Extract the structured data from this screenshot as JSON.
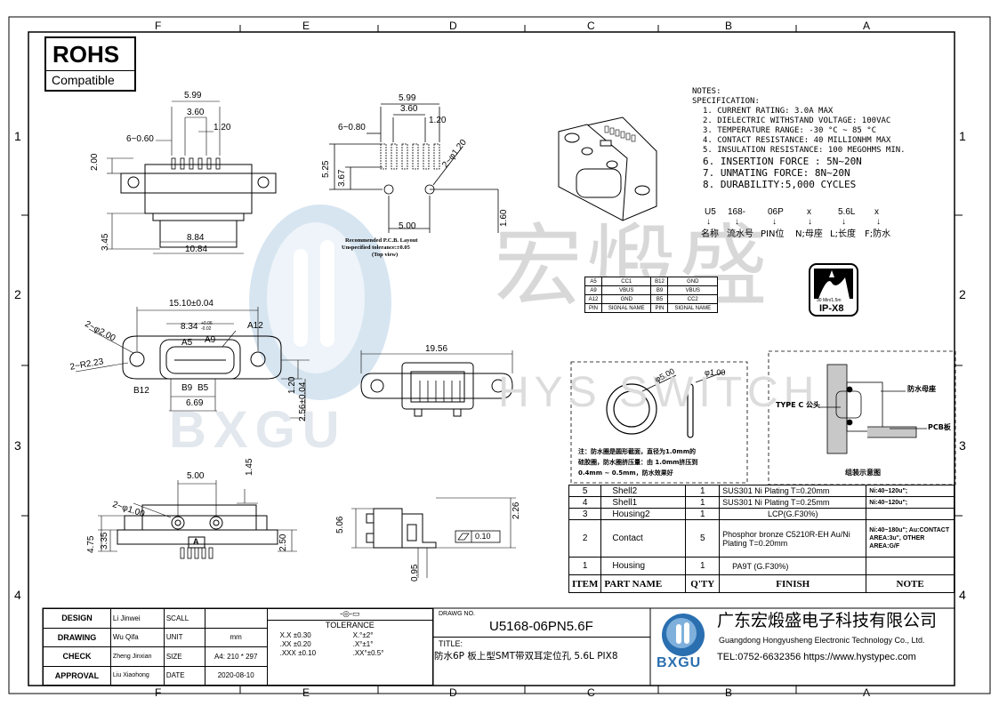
{
  "zones_top": [
    "F",
    "E",
    "D",
    "C",
    "B",
    "A"
  ],
  "zones_bottom": [
    "F",
    "E",
    "D",
    "C",
    "B",
    "A"
  ],
  "zones_left": [
    "1",
    "2",
    "3",
    "4"
  ],
  "zones_right": [
    "1",
    "2",
    "3",
    "4"
  ],
  "rohs": {
    "title": "ROHS",
    "subtitle": "Compatible"
  },
  "view1": {
    "d1": "5.99",
    "d2": "3.60",
    "d3": "1.20",
    "d4": "6~0.60",
    "d5": "2.00",
    "d6": "3.45",
    "d7": "8.84",
    "d8": "10.84"
  },
  "pcb": {
    "d1": "5.99",
    "d2": "3.60",
    "d3": "1.20",
    "d4": "6~0.80",
    "d5": "2~φ1.20",
    "d6": "5.25",
    "d7": "3.67",
    "d8": "5.00",
    "d9": "1.60",
    "caption1": "Recommended P.C.B. Layout",
    "caption2": "Unspecified tolerance:±0.05",
    "caption3": "(Top view)"
  },
  "front": {
    "d1": "15.10±0.04",
    "d2": "8.34",
    "d2tol_up": "+0.06",
    "d2tol_dn": "-0.02",
    "a12": "A12",
    "a5": "A5",
    "a9": "A9",
    "d3": "2~φ2.00",
    "d4": "2~R2.23",
    "b12": "B12",
    "b9": "B9",
    "b5": "B5",
    "d5": "6.69",
    "d6": "1.20",
    "d7": "2.56±0.04"
  },
  "bottom_view": {
    "d1": "19.56"
  },
  "side_view": {
    "d1": "5.00",
    "d2": "1.45",
    "d3": "2~φ1.00",
    "d4": "4.75",
    "d5": "3.35",
    "d6": "2.50",
    "a": "A"
  },
  "side_view2": {
    "d1": "2.26",
    "d2": "5.06",
    "d3": "0.95",
    "flat": "0.10"
  },
  "notes": {
    "title": "NOTES:",
    "spec": "SPECIFICATION:",
    "items": [
      "1. CURRENT RATING: 3.0A MAX",
      "2. DIELECTRIC WITHSTAND VOLTAGE: 100VAC",
      "3. TEMPERATURE RANGE: -30 °C ~ 85 °C",
      "4. CONTACT RESISTANCE: 40 MILLIONHM MAX",
      "5. INSULATION RESISTANCE: 100 MEGOHMS MIN.",
      "6.  INSERTION FORCE : 5N~20N",
      "7.  UNMATING FORCE: 8N~20N",
      "8.  DURABILITY:5,000 CYCLES"
    ],
    "code": [
      "U5",
      "168-",
      "06P",
      "x",
      "5.6L",
      "x"
    ],
    "arrows": [
      "↓",
      "↓",
      "↓",
      "↓",
      "↓",
      "↓"
    ],
    "code_desc": [
      "名称",
      "流水号",
      "PIN位",
      "N;母座",
      "L;长度",
      "F;防水"
    ]
  },
  "signal_table": {
    "rows": [
      [
        "A5",
        "CC1",
        "B12",
        "GND"
      ],
      [
        "A9",
        "VBUS",
        "B9",
        "VBUS"
      ],
      [
        "A12",
        "GND",
        "B5",
        "CC2"
      ],
      [
        "PIN",
        "SIGNAL NAME",
        "PIN",
        "SIGNAL NAME"
      ]
    ]
  },
  "ipx8": {
    "label": "IP-X8",
    "sub": "30 Min/1.5m"
  },
  "oring": {
    "d1": "φ5.00",
    "d2": "φ1.00",
    "note1": "注：防水圈是圆形截面，直径为1.0mm的",
    "note2": "硅胶圈，防水圈挤压量：由 1.0mm挤压到",
    "note3": "0.4mm ~ 0.5mm，防水效果好"
  },
  "assembly": {
    "label1": "防水母座",
    "label2": "TYPE C 公头",
    "label3": "PCB板",
    "caption": "组装示意图"
  },
  "bom": {
    "rows": [
      {
        "item": "5",
        "name": "Shell2",
        "qty": "1",
        "finish": "SUS301  Ni   Plating  T=0.20mm",
        "note": "Ni:40~120u\";"
      },
      {
        "item": "4",
        "name": "Shell1",
        "qty": "1",
        "finish": "SUS301  Ni   Plating  T=0.25mm",
        "note": "Ni:40~120u\";"
      },
      {
        "item": "3",
        "name": "Housing2",
        "qty": "1",
        "finish": "LCP(G.F30%)",
        "note": ""
      },
      {
        "item": "2",
        "name": "Contact",
        "qty": "5",
        "finish": "Phosphor bronze C5210R-EH Au/Ni  Plating  T=0.20mm",
        "note": "Ni:40~180u\"; Au:CONTACT AREA:3u\", OTHER AREA:G/F"
      },
      {
        "item": "1",
        "name": "Housing",
        "qty": "1",
        "finish": "PA9T (G.F30%)",
        "note": ""
      }
    ],
    "header": {
      "item": "ITEM",
      "name": "PART   NAME",
      "qty": "Q'TY",
      "finish": "FINISH",
      "note": "NOTE"
    }
  },
  "title_block": {
    "design": "DESIGN",
    "design_v": "Li Jinwei",
    "drawing": "DRAWING",
    "drawing_v": "Wu Qifa",
    "check": "CHECK",
    "check_v": "Zheng Jinxian",
    "approval": "APPROVAL",
    "approval_v": "Liu Xiaohong",
    "scall": "SCALL",
    "unit": "UNIT",
    "unit_v": "mm",
    "size": "SIZE",
    "size_v": "A4: 210 * 297",
    "date": "DATE",
    "date_v": "2020-08-10",
    "tol": "TOLERANCE",
    "tol_rows": [
      [
        "X.X  ±0.30",
        "X.°±2°"
      ],
      [
        ".XX  ±0.20",
        ".X°±1°"
      ],
      [
        ".XXX ±0.10",
        ".XX°±0.5°"
      ]
    ],
    "dwg_label": "DRAWG NO.",
    "dwg_no": "U5168-06PN5.6F",
    "title_label": "TITLE:",
    "title": "防水6P 板上型SMT带双耳定位孔 5.6L PIX8",
    "company_cn": "广东宏煅盛电子科技有限公司",
    "company_en": "Guangdong Hongyusheng Electronic Technology Co., Ltd.",
    "tel": "TEL:0752-6632356  https://www.hystypec.com",
    "logo_text": "BXGU"
  },
  "watermark": {
    "cn": "宏煅盛",
    "en": "HYS SWITCH",
    "brand": "BXGU"
  },
  "colors": {
    "watermark": "#d5d5d5",
    "logo_blue": "#2a6fb0"
  }
}
